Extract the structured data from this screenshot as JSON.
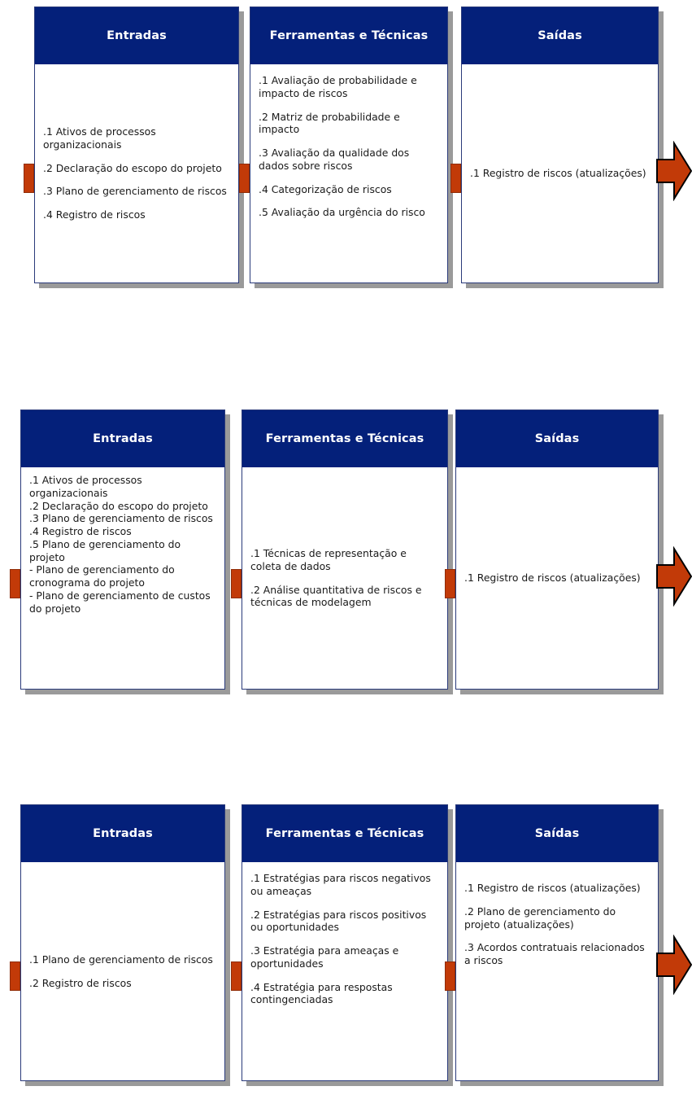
{
  "colors": {
    "header_blue": "#04207a",
    "connector_orange": "#c23a08",
    "arrow_orange": "#c23a08",
    "shadow_gray": "#9a9a9a",
    "box_border": "#2a3a7a",
    "text": "#1a1a1a",
    "header_text": "#ffffff"
  },
  "labels": {
    "entradas": "Entradas",
    "ferramentas": "Ferramentas e Técnicas",
    "saidas": "Saídas"
  },
  "diagrams": [
    {
      "id": "analise-qualitativa-de-riscos",
      "columns": [
        {
          "id": "entradas",
          "header": "Entradas",
          "items": [
            ".1 Ativos de processos organizacionais",
            ".2 Declaração do escopo do projeto",
            ".3 Plano de gerenciamento de riscos",
            ".4 Registro de riscos"
          ]
        },
        {
          "id": "ferramentas-e-tecnicas",
          "header": "Ferramentas e Técnicas",
          "items": [
            ".1 Avaliação de probabilidade e impacto de riscos",
            ".2 Matriz de probabilidade e impacto",
            ".3 Avaliação da qualidade dos dados sobre riscos",
            ".4 Categorização de riscos",
            ".5 Avaliação da urgência do risco"
          ]
        },
        {
          "id": "saidas",
          "header": "Saídas",
          "items": [
            ".1 Registro de riscos (atualizações)"
          ]
        }
      ]
    },
    {
      "id": "analise-quantitativa-de-riscos",
      "columns": [
        {
          "id": "entradas",
          "header": "Entradas",
          "items": [
            ".1 Ativos de processos organizacionais",
            ".2 Declaração do escopo do projeto",
            ".3 Plano de gerenciamento de riscos",
            ".4 Registro de riscos",
            ".5 Plano de gerenciamento do projeto",
            "- Plano de gerenciamento do cronograma do projeto",
            "- Plano de gerenciamento de custos do projeto"
          ]
        },
        {
          "id": "ferramentas-e-tecnicas",
          "header": "Ferramentas e Técnicas",
          "items": [
            ".1 Técnicas de representação e coleta de dados",
            ".2 Análise quantitativa de riscos e técnicas de modelagem"
          ]
        },
        {
          "id": "saidas",
          "header": "Saídas",
          "items": [
            ".1 Registro de riscos (atualizações)"
          ]
        }
      ]
    },
    {
      "id": "planejamento-de-respostas-a-riscos",
      "columns": [
        {
          "id": "entradas",
          "header": "Entradas",
          "items": [
            ".1 Plano de gerenciamento de riscos",
            ".2 Registro de riscos"
          ]
        },
        {
          "id": "ferramentas-e-tecnicas",
          "header": "Ferramentas e Técnicas",
          "items": [
            ".1 Estratégias para riscos negativos ou ameaças",
            ".2 Estratégias para riscos positivos ou oportunidades",
            ".3 Estratégia para ameaças e oportunidades",
            ".4 Estratégia para respostas contingenciadas"
          ]
        },
        {
          "id": "saidas",
          "header": "Saídas",
          "items": [
            ".1 Registro de riscos (atualizações)",
            ".2 Plano de gerenciamento do projeto (atualizações)",
            ".3 Acordos contratuais relacionados a riscos"
          ]
        }
      ]
    }
  ]
}
